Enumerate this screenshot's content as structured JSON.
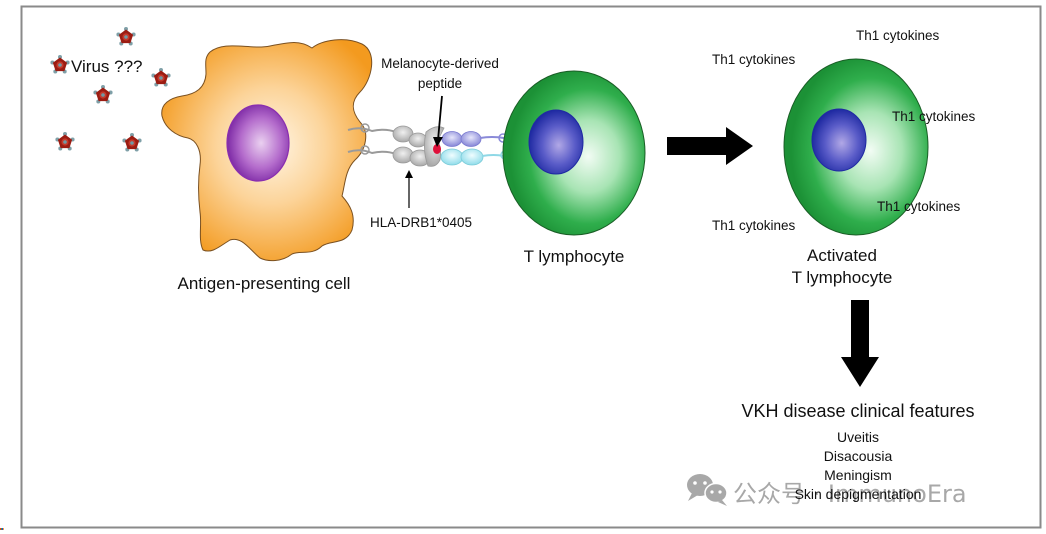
{
  "figure": {
    "virus_label": "Virus ???",
    "apc_label": "Antigen-presenting cell",
    "peptide_label_line1": "Melanocyte-derived",
    "peptide_label_line2": "peptide",
    "hla_label": "HLA-DRB1*0405",
    "tcell_label": "T lymphocyte",
    "activated_label_line1": "Activated",
    "activated_label_line2": "T lymphocyte",
    "cytokine_labels": [
      "Th1 cytokines",
      "Th1 cytokines",
      "Th1 cytokines",
      "Th1 cytokines",
      "Th1 cytokines"
    ],
    "outcome_title": "VKH disease clinical features",
    "clinical_features": [
      "Uveitis",
      "Disacousia",
      "Meningism",
      "Skin depigmentation"
    ],
    "virus_count": 6
  },
  "watermark": {
    "icon": "wechat-icon",
    "text": "公众号 · ImmunoEra"
  },
  "colors": {
    "apc_fill": "#f5a02a",
    "apc_center": "#fff4df",
    "apc_nucleus": "#8b2fb0",
    "apc_nucleus_center": "#e2c2ec",
    "tcell_fill": "#1f9a3a",
    "tcell_center": "#eafaef",
    "tcell_nucleus": "#2030a8",
    "tcell_nucleus_center": "#a99ee0",
    "hla_gray": "#b8b8b8",
    "tcr_purple": "#8f8fe0",
    "tcr_cyan": "#9fe6f0",
    "peptide_red": "#e0103a",
    "virus_red": "#9b1c12",
    "virus_spikes": "#7fa0a8",
    "arrow": "#000000",
    "frame": "#8a8a8a",
    "watermark": "#9a9a9a"
  }
}
